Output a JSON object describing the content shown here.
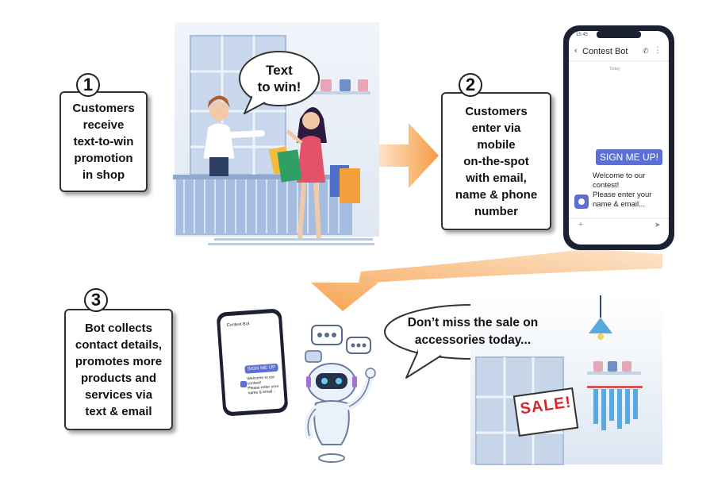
{
  "steps": [
    {
      "number": "1",
      "lines": [
        "Customers",
        "receive",
        "text-to-win",
        "promotion",
        "in shop"
      ]
    },
    {
      "number": "2",
      "lines": [
        "Customers",
        "enter via",
        "mobile",
        "on-the-spot",
        "with email,",
        "name & phone",
        "number"
      ]
    },
    {
      "number": "3",
      "lines": [
        "Bot collects",
        "contact details,",
        "promotes more",
        "products and",
        "services via",
        "text & email"
      ]
    }
  ],
  "shop_bubble": {
    "lines": [
      "Text",
      "to win!"
    ]
  },
  "bot_bubble": {
    "lines": [
      "Don’t miss the sale on",
      "accessories today..."
    ]
  },
  "sale_sign": "SALE!",
  "phone_large": {
    "time": "15:45",
    "contact": "Contest Bot",
    "date": "Today",
    "sent_message": "SIGN ME UP!",
    "reply_lines": [
      "Welcome to our",
      "contest!",
      "Please enter your",
      "name & email..."
    ]
  },
  "phone_small": {
    "contact": "Contest Bot",
    "sent_message": "SIGN ME UP",
    "reply_lines": [
      "Welcome to our",
      "contest!",
      "Please enter your",
      "name & email..."
    ]
  },
  "colors": {
    "accent_blue": "#5b6fd6",
    "arrow_orange": "#f6a04d",
    "phone_body": "#1c2131"
  }
}
